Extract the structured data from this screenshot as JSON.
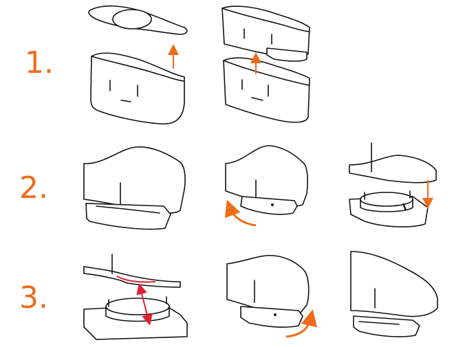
{
  "steps": [
    {
      "number": "1."
    },
    {
      "number": "2."
    },
    {
      "number": "3."
    }
  ],
  "colors": {
    "step_number": "#ef6c1a",
    "arrow_orange": "#ef6c1a",
    "arrow_red": "#e0202e",
    "line": "#111111"
  },
  "icons": [
    "up-arrow-icon",
    "down-arrow-icon",
    "curved-arrow-icon",
    "double-arrow-icon"
  ]
}
